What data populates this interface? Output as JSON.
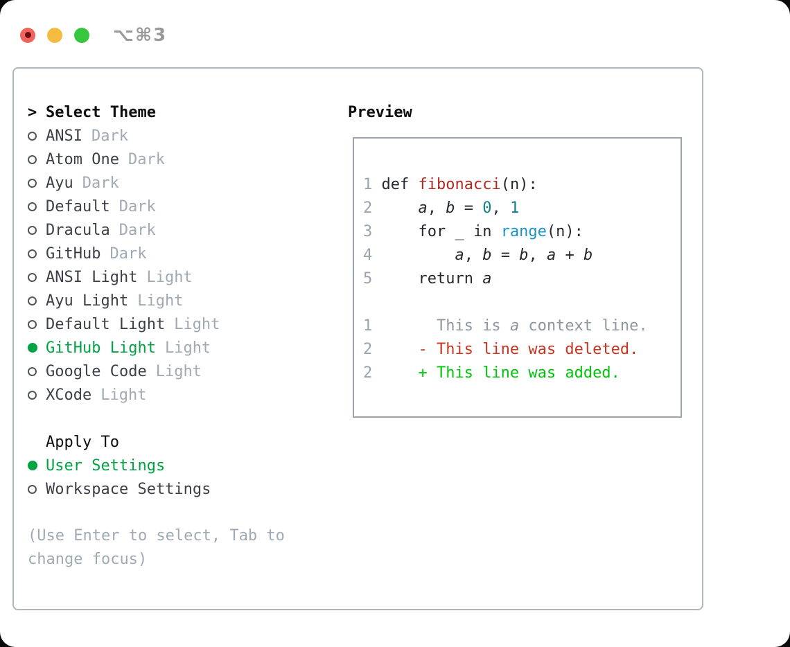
{
  "window": {
    "title": "⌥⌘3"
  },
  "theme_panel": {
    "prompt": ">",
    "title": "Select Theme",
    "themes": [
      {
        "name": "ANSI",
        "variant": "Dark",
        "selected": false
      },
      {
        "name": "Atom One",
        "variant": "Dark",
        "selected": false
      },
      {
        "name": "Ayu",
        "variant": "Dark",
        "selected": false
      },
      {
        "name": "Default",
        "variant": "Dark",
        "selected": false
      },
      {
        "name": "Dracula",
        "variant": "Dark",
        "selected": false
      },
      {
        "name": "GitHub",
        "variant": "Dark",
        "selected": false
      },
      {
        "name": "ANSI Light",
        "variant": "Light",
        "selected": false
      },
      {
        "name": "Ayu Light",
        "variant": "Light",
        "selected": false
      },
      {
        "name": "Default Light",
        "variant": "Light",
        "selected": false
      },
      {
        "name": "GitHub Light",
        "variant": "Light",
        "selected": true
      },
      {
        "name": "Google Code",
        "variant": "Light",
        "selected": false
      },
      {
        "name": "XCode",
        "variant": "Light",
        "selected": false
      }
    ],
    "apply_to": {
      "label": "Apply To",
      "options": [
        {
          "label": "User Settings",
          "selected": true
        },
        {
          "label": "Workspace Settings",
          "selected": false
        }
      ]
    },
    "hint": "(Use Enter to select, Tab to change focus)"
  },
  "preview": {
    "title": "Preview",
    "code_lines": [
      {
        "num": "1",
        "segments": [
          {
            "t": " def ",
            "c": "fg"
          },
          {
            "t": "fibonacci",
            "c": "func"
          },
          {
            "t": "(n):",
            "c": "fg"
          }
        ]
      },
      {
        "num": "2",
        "segments": [
          {
            "t": "     ",
            "c": "fg"
          },
          {
            "t": "a",
            "c": "fg",
            "it": true
          },
          {
            "t": ", ",
            "c": "fg"
          },
          {
            "t": "b",
            "c": "fg",
            "it": true
          },
          {
            "t": " = ",
            "c": "fg"
          },
          {
            "t": "0",
            "c": "num"
          },
          {
            "t": ", ",
            "c": "fg"
          },
          {
            "t": "1",
            "c": "num"
          }
        ]
      },
      {
        "num": "3",
        "segments": [
          {
            "t": "     for _ in ",
            "c": "fg"
          },
          {
            "t": "range",
            "c": "blue"
          },
          {
            "t": "(n):",
            "c": "fg"
          }
        ]
      },
      {
        "num": "4",
        "segments": [
          {
            "t": "         ",
            "c": "fg"
          },
          {
            "t": "a",
            "c": "fg",
            "it": true
          },
          {
            "t": ", ",
            "c": "fg"
          },
          {
            "t": "b",
            "c": "fg",
            "it": true
          },
          {
            "t": " = ",
            "c": "fg"
          },
          {
            "t": "b",
            "c": "fg",
            "it": true
          },
          {
            "t": ", ",
            "c": "fg"
          },
          {
            "t": "a",
            "c": "fg",
            "it": true
          },
          {
            "t": " + ",
            "c": "fg"
          },
          {
            "t": "b",
            "c": "fg",
            "it": true
          }
        ]
      },
      {
        "num": "5",
        "segments": [
          {
            "t": "     return ",
            "c": "fg"
          },
          {
            "t": "a",
            "c": "fg",
            "it": true
          }
        ]
      },
      {
        "num": "",
        "segments": []
      },
      {
        "num": "1",
        "segments": [
          {
            "t": "       This is ",
            "c": "ctx"
          },
          {
            "t": "a",
            "c": "ctx",
            "it": true
          },
          {
            "t": " context line.",
            "c": "ctx"
          }
        ]
      },
      {
        "num": "2",
        "segments": [
          {
            "t": "     - This line was deleted.",
            "c": "del"
          }
        ]
      },
      {
        "num": "2",
        "segments": [
          {
            "t": "     + This line was added.",
            "c": "add"
          }
        ]
      }
    ]
  },
  "colors": {
    "accent_green": "#00a445",
    "added_green": "#00c40b",
    "deleted_red": "#c9341f",
    "func_red": "#b02a21",
    "num_teal": "#0e7f87",
    "builtin_blue": "#1e93c6",
    "code_fg": "#24292f",
    "list_fg": "#3c4147",
    "muted_gray": "#a0aab5",
    "line_number_gray": "#9aa4af",
    "context_gray": "#8e979f",
    "panel_border": "#aeb6c0",
    "preview_border": "#9aa3ae",
    "title_gray": "#98989d",
    "header_black": "#0c0e10",
    "traffic_red": "#f2635d",
    "traffic_red_dot": "#6d100c",
    "traffic_yellow": "#f4bb40",
    "traffic_green": "#36c73f",
    "radio_outline": "#50565c"
  }
}
